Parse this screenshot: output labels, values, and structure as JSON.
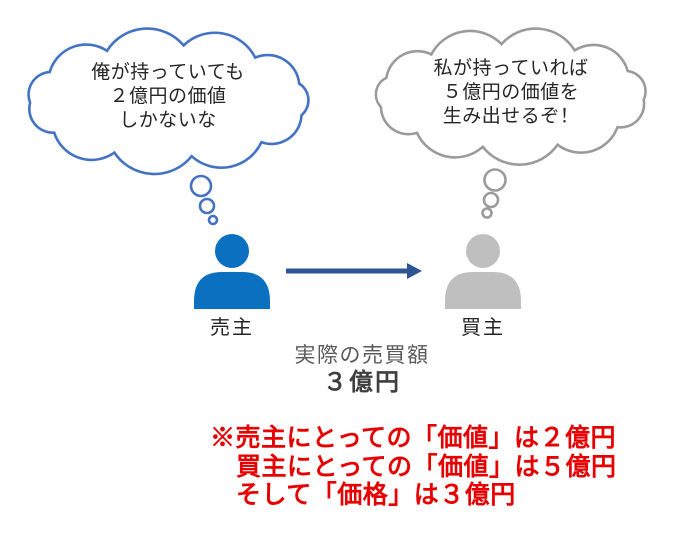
{
  "colors": {
    "cloud_blue": "#4472C4",
    "cloud_gray": "#9B9B9B",
    "seller_blue": "#0B70C0",
    "buyer_gray": "#BFBFBF",
    "arrow_blue": "#2F5496",
    "caption_gray": "#595959",
    "amount_dark": "#3F3F3F",
    "note_red": "#E60000",
    "text_dark": "#262626"
  },
  "seller": {
    "thought_lines": [
      "俺が持っていても",
      "２億円の価値",
      "しかないな"
    ],
    "label": "売主"
  },
  "buyer": {
    "thought_lines": [
      "私が持っていれば",
      "５億円の価値を",
      "生み出せるぞ！"
    ],
    "label": "買主"
  },
  "transaction": {
    "caption": "実際の売買額",
    "amount": "３億円"
  },
  "note": {
    "lines": [
      "※売主にとっての「価値」は２億円",
      "買主にとっての「価値」は５億円",
      "そして「価格」は３億円"
    ]
  }
}
